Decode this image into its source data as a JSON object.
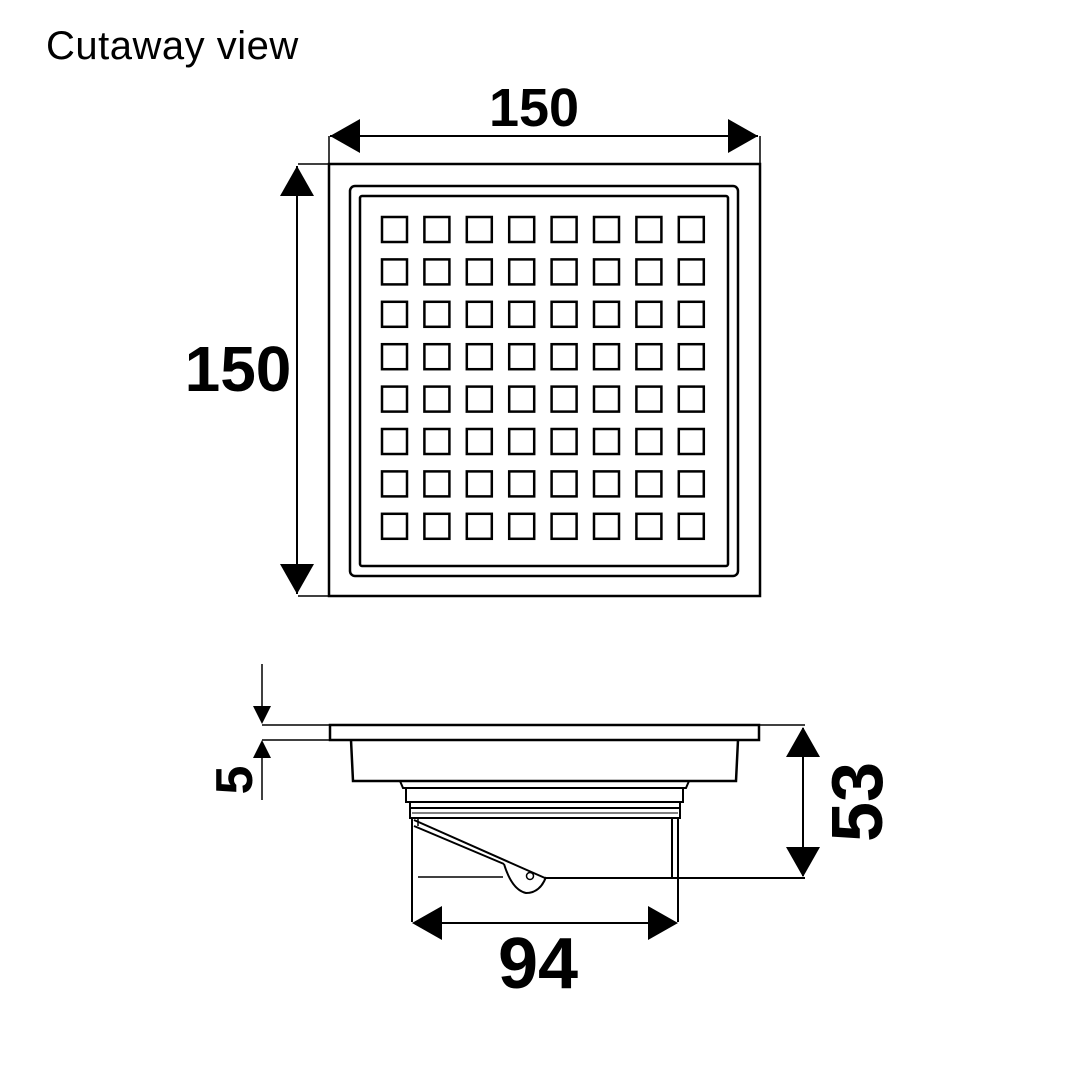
{
  "title": "Cutaway view",
  "top_view": {
    "width_label": "150",
    "height_label": "150"
  },
  "side_view": {
    "flange_label": "5",
    "height_label": "53",
    "body_width_label": "94"
  },
  "grate": {
    "rows": 8,
    "cols": 8
  }
}
